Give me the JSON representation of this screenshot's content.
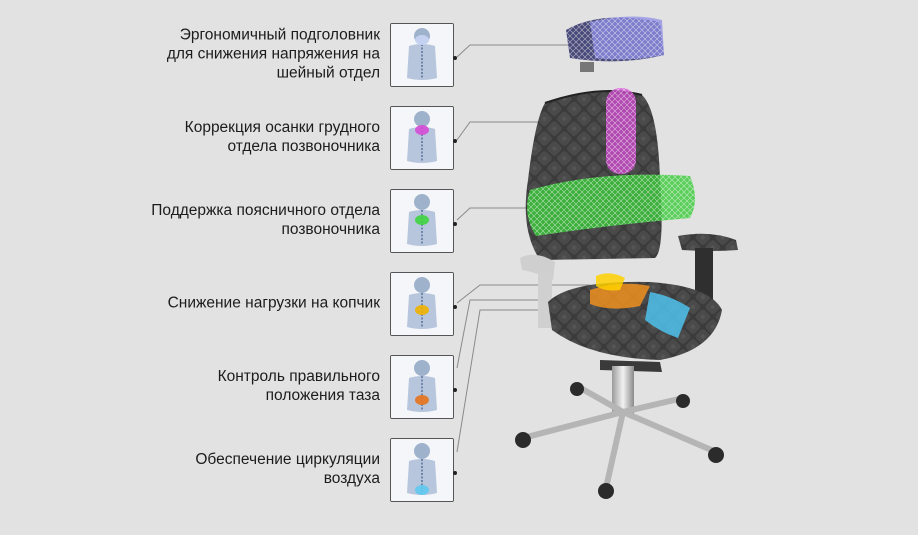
{
  "features": [
    {
      "text": "Эргономичный подголовник\nдля снижения напряжения на\nшейный отдел",
      "icon": "neck-xray-icon",
      "highlight": "#c9d4f5"
    },
    {
      "text": "Коррекция осанки грудного\nотдела позвоночника",
      "icon": "thoracic-spine-xray-icon",
      "highlight": "#d64bd6"
    },
    {
      "text": "Поддержка поясничного отдела\nпозвоночника",
      "icon": "lumbar-spine-xray-icon",
      "highlight": "#3fd43f"
    },
    {
      "text": "Снижение нагрузки на копчик",
      "icon": "coccyx-xray-icon",
      "highlight": "#f0b000"
    },
    {
      "text": "Контроль правильного\nположения таза",
      "icon": "pelvis-xray-icon",
      "highlight": "#e8721c"
    },
    {
      "text": "Обеспечение циркуляции\nвоздуха",
      "icon": "air-circulation-xray-icon",
      "highlight": "#5fc8f0"
    }
  ]
}
